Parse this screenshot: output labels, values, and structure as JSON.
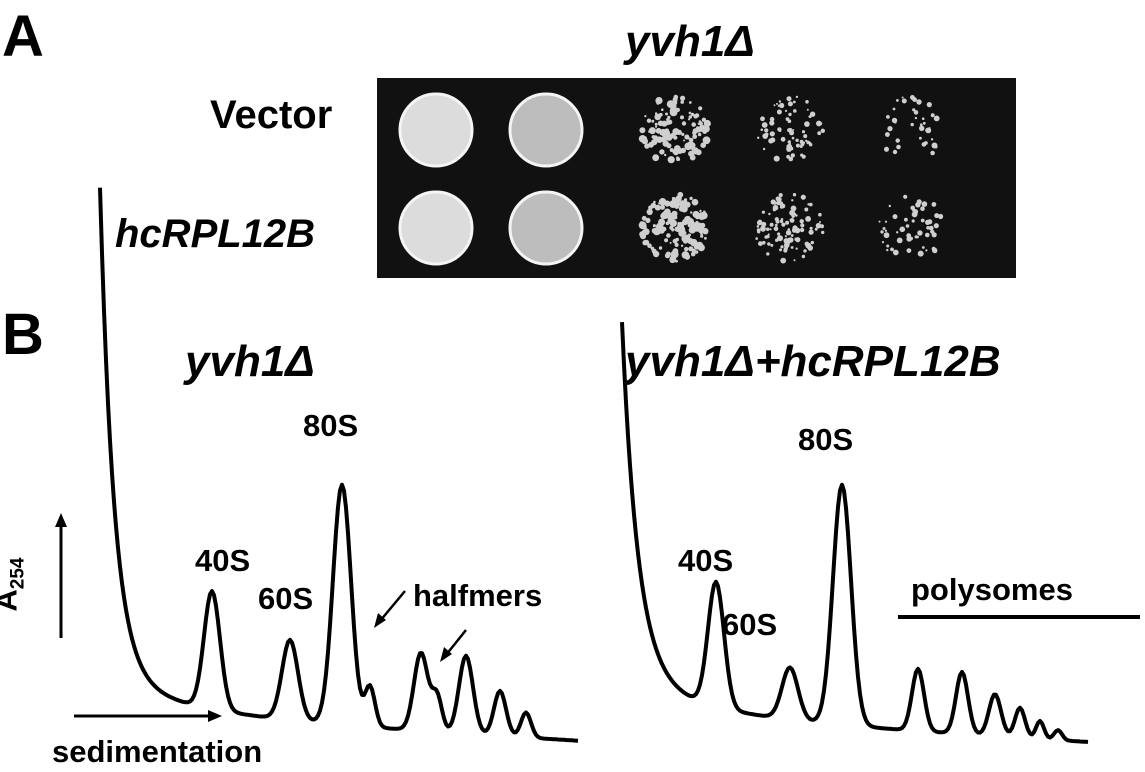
{
  "panel_a": {
    "letter": "A",
    "title": "yvh1Δ",
    "rows": [
      {
        "label": "Vector",
        "italic": false,
        "growth": [
          1.0,
          0.85,
          0.55,
          0.25,
          0.05
        ]
      },
      {
        "label": "hcRPL12B",
        "italic": true,
        "growth": [
          1.0,
          0.9,
          0.75,
          0.45,
          0.15
        ]
      }
    ]
  },
  "panel_b": {
    "letter": "B",
    "y_axis": {
      "symbol": "A",
      "subscript": "254"
    },
    "x_axis": {
      "label": "sedimentation"
    },
    "profiles": [
      {
        "title": "yvh1Δ",
        "peaks": {
          "p40": "40S",
          "p60": "60S",
          "p80": "80S",
          "halfmers": "halfmers"
        }
      },
      {
        "title": "yvh1Δ+hcRPL12B",
        "peaks": {
          "p40": "40S",
          "p60": "60S",
          "p80": "80S",
          "polysomes": "polysomes"
        }
      }
    ]
  },
  "colors": {
    "plate_background": "#111111",
    "colony": "#d8d8d8",
    "trace": "#000000"
  }
}
